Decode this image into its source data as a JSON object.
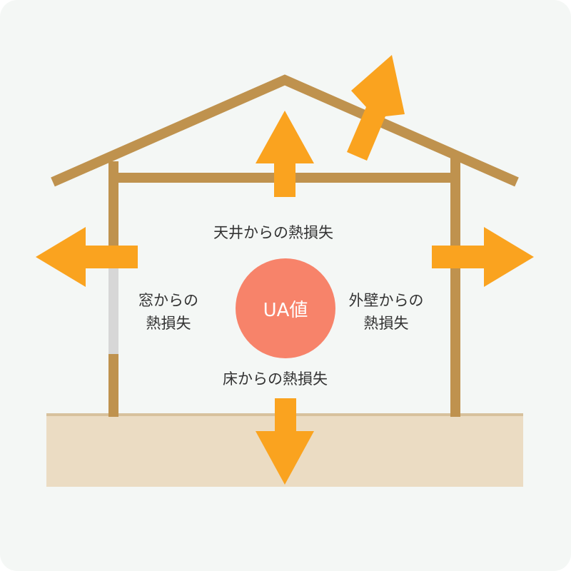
{
  "labels": {
    "ceiling": "天井からの熱損失",
    "window_line1": "窓からの",
    "window_line2": "熱損失",
    "wall_line1": "外壁からの",
    "wall_line2": "熱損失",
    "floor": "床からの熱損失"
  },
  "center_badge": {
    "text": "UA値"
  },
  "colors": {
    "background": "#f4f7f5",
    "frame": "#bf924e",
    "arrow": "#faa31f",
    "ground": "#ebdcc3",
    "ground_line": "#d7c19d",
    "window": "#d7d7d7",
    "badge": "#f7836a"
  }
}
